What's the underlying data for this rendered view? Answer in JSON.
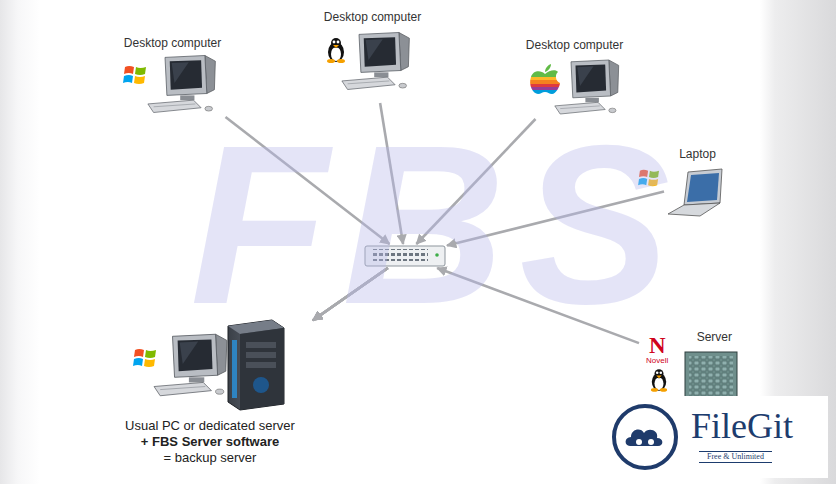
{
  "diagram": {
    "nodes": [
      {
        "text": [
          "Desktop computer"
        ]
      },
      {
        "text": [
          "Desktop computer"
        ]
      },
      {
        "text": [
          "Desktop computer"
        ]
      },
      {
        "text": [
          "Laptop"
        ]
      },
      {
        "text": [
          "Server"
        ]
      },
      {
        "text": [
          "Usual PC or dedicated server",
          "+ FBS Server software",
          "= backup server"
        ]
      }
    ],
    "edges": [
      {
        "from": 0,
        "to": 5,
        "arrow": "to"
      },
      {
        "from": 1,
        "to": 5,
        "arrow": "to"
      },
      {
        "from": 2,
        "to": 5,
        "arrow": "to"
      },
      {
        "from": 3,
        "to": 5,
        "arrow": "to"
      },
      {
        "from": 4,
        "to": 5,
        "arrow": "to"
      }
    ],
    "labels": [
      "FBS",
      "N",
      "Novell",
      "FileGit",
      "Free & Unlimited"
    ]
  }
}
